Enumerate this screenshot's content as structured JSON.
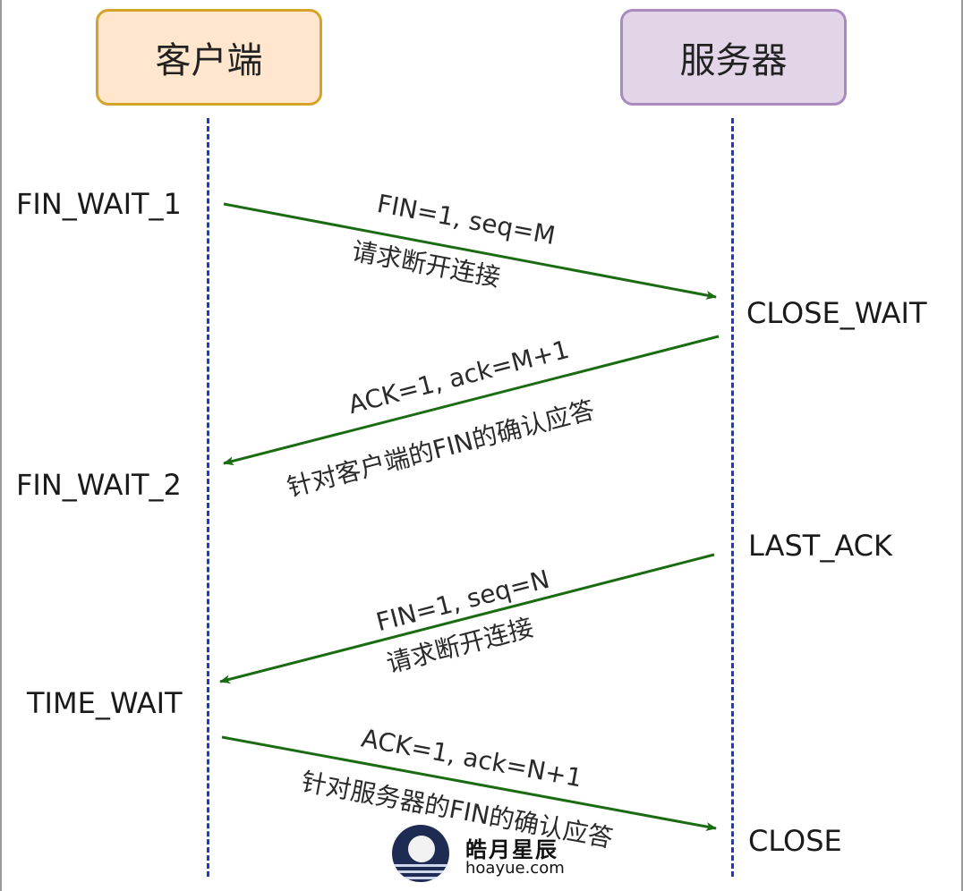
{
  "participants": {
    "client": "客户端",
    "server": "服务器"
  },
  "client_states": {
    "s1": "FIN_WAIT_1",
    "s2": "FIN_WAIT_2",
    "s3": "TIME_WAIT"
  },
  "server_states": {
    "s1": "CLOSE_WAIT",
    "s2": "LAST_ACK",
    "s3": "CLOSE"
  },
  "messages": [
    {
      "label": "FIN=1, seq=M",
      "note": "请求断开连接",
      "direction": "client-to-server"
    },
    {
      "label": "ACK=1, ack=M+1",
      "note": "针对客户端的FIN的确认应答",
      "direction": "server-to-client"
    },
    {
      "label": "FIN=1, seq=N",
      "note": "请求断开连接",
      "direction": "server-to-client"
    },
    {
      "label": "ACK=1, ack=N+1",
      "note": "针对服务器的FIN的确认应答",
      "direction": "client-to-server"
    }
  ],
  "colors": {
    "arrow": "#1a6b12",
    "lifeline": "#1b3bc4",
    "client_fill": "#ffe6cc",
    "server_fill": "#e1d5e7"
  },
  "watermark": {
    "title": "皓月星辰",
    "url": "hoayue.com",
    "logo_icon": "moon-icon"
  }
}
